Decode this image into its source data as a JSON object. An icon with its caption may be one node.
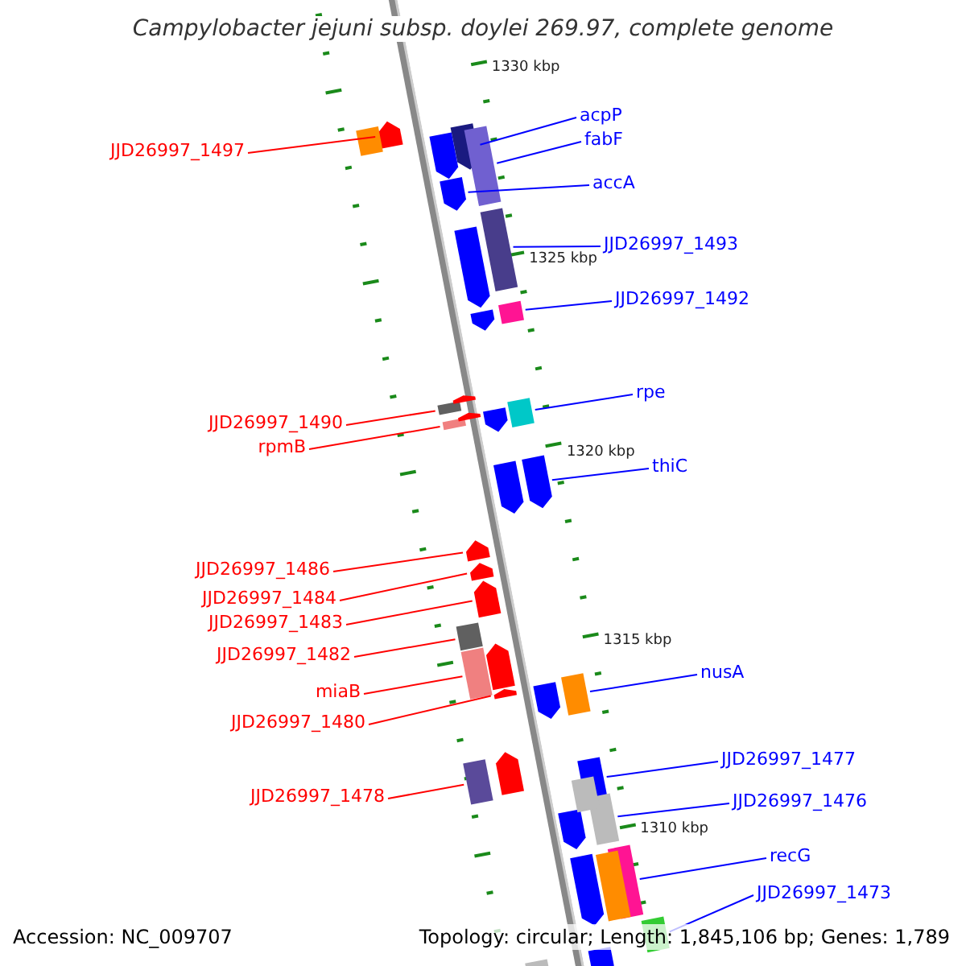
{
  "diagram": {
    "title": "Campylobacter jejuni subsp. doylei 269.97, complete genome",
    "nodes": [
      {
        "text": [
          "acpP"
        ]
      },
      {
        "text": [
          "JJD26997_1497"
        ]
      },
      {
        "text": [
          "fabF"
        ]
      },
      {
        "text": [
          "accA"
        ]
      },
      {
        "text": [
          "JJD26997_1493"
        ]
      },
      {
        "text": [
          "JJD26997_1492"
        ]
      },
      {
        "text": [
          "rpe"
        ]
      },
      {
        "text": [
          "JJD26997_1490"
        ]
      },
      {
        "text": [
          "rpmB"
        ]
      },
      {
        "text": [
          "thiC"
        ]
      },
      {
        "text": [
          "JJD26997_1486"
        ]
      },
      {
        "text": [
          "JJD26997_1484"
        ]
      },
      {
        "text": [
          "JJD26997_1483"
        ]
      },
      {
        "text": [
          "JJD26997_1482"
        ]
      },
      {
        "text": [
          "nusA"
        ]
      },
      {
        "text": [
          "miaB"
        ]
      },
      {
        "text": [
          "JJD26997_1480"
        ]
      },
      {
        "text": [
          "JJD26997_1477"
        ]
      },
      {
        "text": [
          "JJD26997_1478"
        ]
      },
      {
        "text": [
          "JJD26997_1476"
        ]
      },
      {
        "text": [
          "recG"
        ]
      },
      {
        "text": [
          "JJD26997_1473"
        ]
      },
      {
        "text": [],
        "shape": "arrow"
      },
      {
        "text": [],
        "shape": "arrow"
      },
      {
        "text": [],
        "shape": "arrow"
      },
      {
        "text": [],
        "shape": "arrow"
      },
      {
        "text": [],
        "shape": "arrow"
      },
      {
        "text": [],
        "shape": "arrow"
      },
      {
        "text": [],
        "shape": "arrow"
      },
      {
        "text": [],
        "shape": "arrow"
      },
      {
        "text": [],
        "shape": "arrow"
      },
      {
        "text": [],
        "shape": "arrow"
      },
      {
        "text": [],
        "shape": "arrow"
      },
      {
        "text": [],
        "shape": "arrow"
      },
      {
        "text": [],
        "shape": "arrow"
      },
      {
        "text": [],
        "shape": "arrow"
      },
      {
        "text": [],
        "shape": "arrow"
      },
      {
        "text": [],
        "shape": "arrow"
      },
      {
        "text": [],
        "shape": "arrow"
      },
      {
        "text": [],
        "shape": "arrow"
      },
      {
        "text": [],
        "shape": "arrow"
      },
      {
        "text": [],
        "shape": "arrow"
      },
      {
        "text": [],
        "shape": "arrow"
      },
      {
        "text": [],
        "shape": "arrow"
      },
      {
        "text": [],
        "shape": "arrow"
      },
      {
        "text": [],
        "shape": "arrow"
      },
      {
        "text": [],
        "shape": "arrow"
      },
      {
        "text": [],
        "shape": "arrow"
      },
      {
        "text": [],
        "shape": "arrow"
      },
      {
        "text": [],
        "shape": "arrow"
      },
      {
        "text": [],
        "shape": "arrow"
      },
      {
        "text": [],
        "shape": "arrow"
      },
      {
        "text": [],
        "shape": "arrow"
      },
      {
        "text": [],
        "shape": "arrow"
      },
      {
        "text": [],
        "shape": "arrow"
      },
      {
        "text": [],
        "shape": "arrow"
      },
      {
        "text": [],
        "shape": "arrow"
      },
      {
        "text": [],
        "shape": "arrow"
      },
      {
        "text": [],
        "shape": "arrow"
      },
      {
        "text": [],
        "shape": "arrow"
      },
      {
        "text": [],
        "shape": "arrow"
      }
    ],
    "edges": [
      {
        "from": 0,
        "to": 22,
        "arrow": "none"
      },
      {
        "from": 1,
        "to": 23,
        "arrow": "none",
        "color": "#ff0000"
      },
      {
        "from": 2,
        "to": 24,
        "arrow": "none"
      },
      {
        "from": 3,
        "to": 25,
        "arrow": "none"
      },
      {
        "from": 4,
        "to": 26,
        "arrow": "none"
      },
      {
        "from": 5,
        "to": 27,
        "arrow": "none"
      },
      {
        "from": 6,
        "to": 28,
        "arrow": "none"
      },
      {
        "from": 7,
        "to": 29,
        "arrow": "none",
        "color": "#ff0000"
      },
      {
        "from": 8,
        "to": 30,
        "arrow": "none",
        "color": "#ff0000"
      },
      {
        "from": 9,
        "to": 31,
        "arrow": "none"
      },
      {
        "from": 10,
        "to": 32,
        "arrow": "none",
        "color": "#ff0000"
      },
      {
        "from": 11,
        "to": 33,
        "arrow": "none",
        "color": "#ff0000"
      },
      {
        "from": 12,
        "to": 34,
        "arrow": "none",
        "color": "#ff0000"
      },
      {
        "from": 13,
        "to": 35,
        "arrow": "none",
        "color": "#ff0000"
      },
      {
        "from": 14,
        "to": 36,
        "arrow": "none"
      },
      {
        "from": 15,
        "to": 37,
        "arrow": "none",
        "color": "#ff0000"
      },
      {
        "from": 16,
        "to": 38,
        "arrow": "none",
        "color": "#ff0000"
      },
      {
        "from": 17,
        "to": 39,
        "arrow": "none"
      },
      {
        "from": 18,
        "to": 40,
        "arrow": "none",
        "color": "#ff0000"
      },
      {
        "from": 19,
        "to": 41,
        "arrow": "none"
      },
      {
        "from": 20,
        "to": 42,
        "arrow": "none"
      },
      {
        "from": 21,
        "to": 43,
        "arrow": "none"
      }
    ],
    "labels": [
      "1330 kbp",
      "1325 kbp",
      "1320 kbp",
      "1315 kbp",
      "1310 kbp",
      "Accession: NC_009707",
      "Topology: circular; Length: 1,845,106 bp; Genes: 1,789"
    ]
  }
}
